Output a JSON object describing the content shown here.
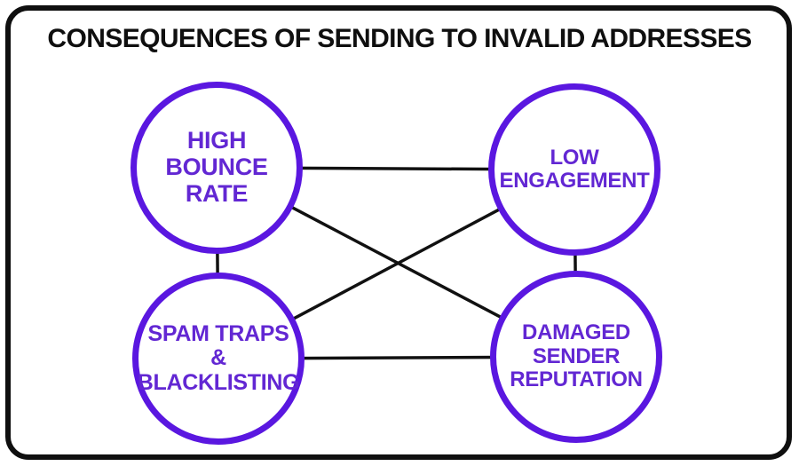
{
  "title": "CONSEQUENCES OF SENDING TO INVALID ADDRESSES",
  "diagram": {
    "nodes": [
      {
        "id": "high-bounce-rate",
        "label": "HIGH\nBOUNCE\nRATE"
      },
      {
        "id": "low-engagement",
        "label": "LOW\nENGAGEMENT"
      },
      {
        "id": "spam-traps-blacklisting",
        "label": "SPAM TRAPS &\nBLACKLISTING"
      },
      {
        "id": "damaged-sender-reputation",
        "label": "DAMAGED\nSENDER\nREPUTATION"
      }
    ],
    "edges": [
      [
        "high-bounce-rate",
        "low-engagement"
      ],
      [
        "high-bounce-rate",
        "spam-traps-blacklisting"
      ],
      [
        "high-bounce-rate",
        "damaged-sender-reputation"
      ],
      [
        "low-engagement",
        "spam-traps-blacklisting"
      ],
      [
        "low-engagement",
        "damaged-sender-reputation"
      ],
      [
        "spam-traps-blacklisting",
        "damaged-sender-reputation"
      ]
    ],
    "colors": {
      "node_border": "#5a17e0",
      "node_text": "#6227d3",
      "edge": "#111111",
      "frame": "#0f0f0f",
      "title": "#0f0f0f",
      "background": "#ffffff"
    },
    "edge_stroke_width": 3.5
  }
}
